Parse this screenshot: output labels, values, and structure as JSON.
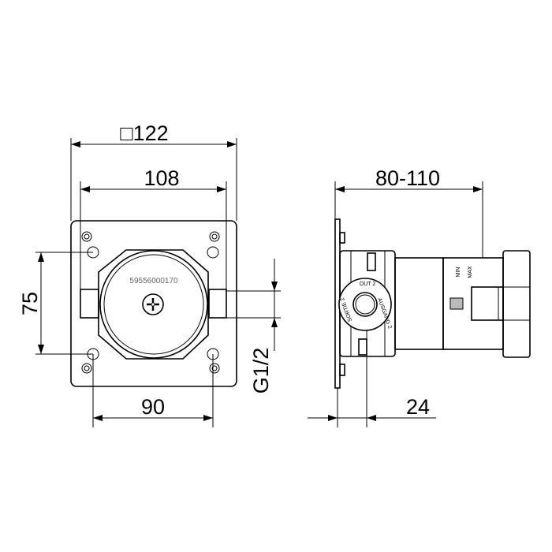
{
  "front_view": {
    "dim_outer": "□122",
    "dim_tabs": "108",
    "dim_vertical_holes": "75",
    "dim_horizontal_holes": "90",
    "dim_thread": "G1/2",
    "part_number": "59556000170"
  },
  "side_view": {
    "dim_depth": "80-110",
    "dim_outlet": "24",
    "outlet_label_top": "OUT 2",
    "outlet_label_left": "SORTIE 2",
    "outlet_label_right": "AUSGANG 2",
    "min_label": "MIN",
    "max_label": "MAX"
  }
}
